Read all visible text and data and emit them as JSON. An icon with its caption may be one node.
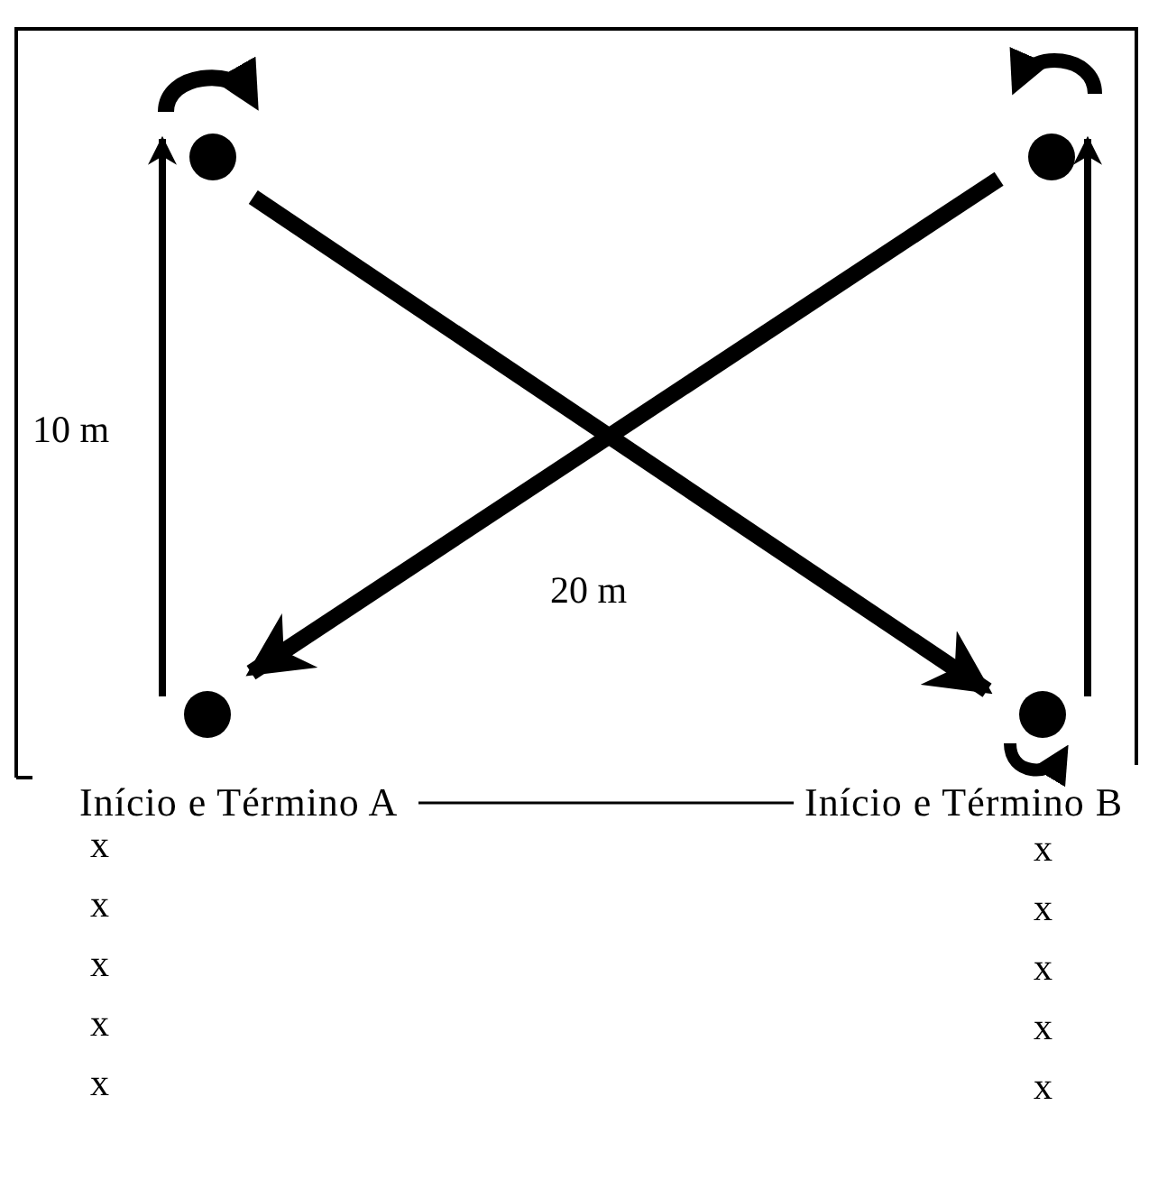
{
  "diagram": {
    "nodes": [
      {
        "text": [],
        "shape": "circle"
      },
      {
        "text": [],
        "shape": "circle"
      },
      {
        "text": [],
        "shape": "circle"
      },
      {
        "text": [],
        "shape": "circle"
      },
      {
        "text": [
          "Início e Término A"
        ]
      },
      {
        "text": [
          "Início e Término B"
        ]
      }
    ],
    "edges": [
      {
        "from": 2,
        "to": 0,
        "arrow": "to"
      },
      {
        "from": 0,
        "to": 3,
        "arrow": "to",
        "style": "thick"
      },
      {
        "from": 3,
        "to": 1,
        "arrow": "to"
      },
      {
        "from": 1,
        "to": 2,
        "arrow": "to",
        "style": "thick"
      },
      {
        "from": 4,
        "to": 5,
        "arrow": "none"
      }
    ],
    "labels": [
      "10 m",
      "20 m",
      "x",
      "x",
      "x",
      "x",
      "x",
      "x",
      "x",
      "x",
      "x",
      "x"
    ]
  }
}
